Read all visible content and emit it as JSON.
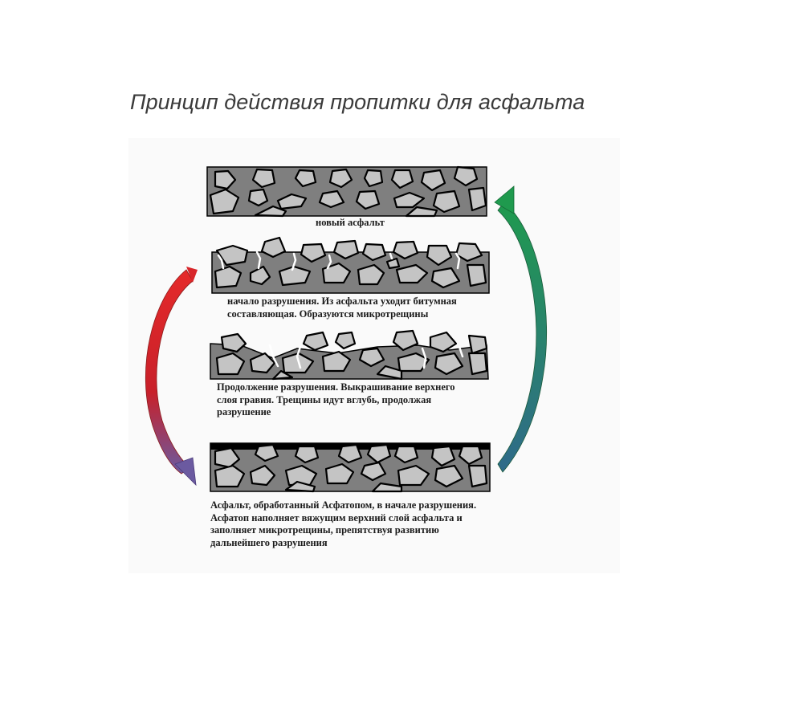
{
  "title": "Принцип действия пропитки для асфальта",
  "captions": {
    "stage1": [
      "новый асфальт"
    ],
    "stage2": [
      "начало разрушения. Из асфальта уходит битумная",
      "составляющая. Образуются микротрещины"
    ],
    "stage3": [
      "Продолжение разрушения. Выкрашивание верхнего",
      "слоя гравия. Трещины идут вглубь, продолжая",
      "разрушение"
    ],
    "stage4": [
      "Асфальт, обработанный Асфатопом, в начале разрушения.",
      "Асфатоп наполняет вяжущим верхний слой асфальта и",
      "заполняет микротрещины, препятствуя развитию",
      "дальнейшего разрушения"
    ]
  },
  "colors": {
    "asphalt": "#7f7f7f",
    "stone": "#c4c4c4",
    "outline": "#000000",
    "crack": "#ffffff",
    "sealant": "#000000",
    "arrow_left": "#d8262a",
    "arrow_right": "#1f8a4c"
  },
  "icons": {
    "arrow_left": "curved-arrow-down-icon",
    "arrow_right": "curved-arrow-up-icon"
  }
}
